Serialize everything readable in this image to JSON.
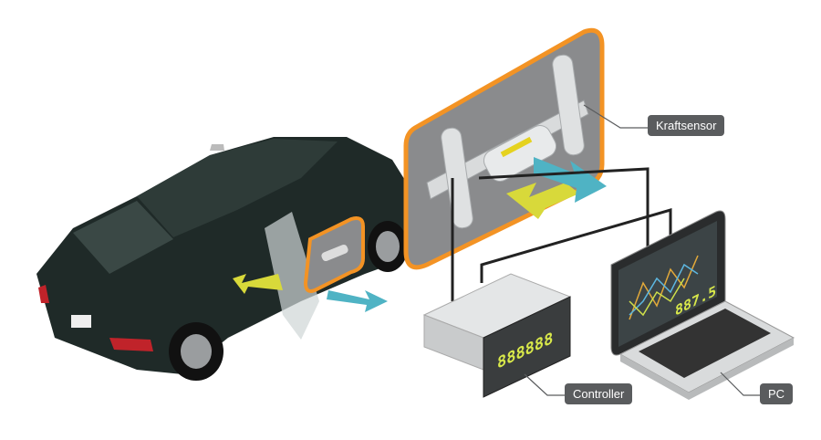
{
  "labels": {
    "sensor": "Kraftsensor",
    "controller": "Controller",
    "pc": "PC"
  },
  "displays": {
    "controller_readout": "888888",
    "pc_readout": "887.5"
  },
  "colors": {
    "panel_border": "#f39324",
    "panel_fill": "#8a8b8d",
    "push_arrow": "#d8d93a",
    "pull_arrow": "#4fb3c4",
    "car_body": "#1f2a28",
    "callout_bg": "#5a5c5e"
  }
}
